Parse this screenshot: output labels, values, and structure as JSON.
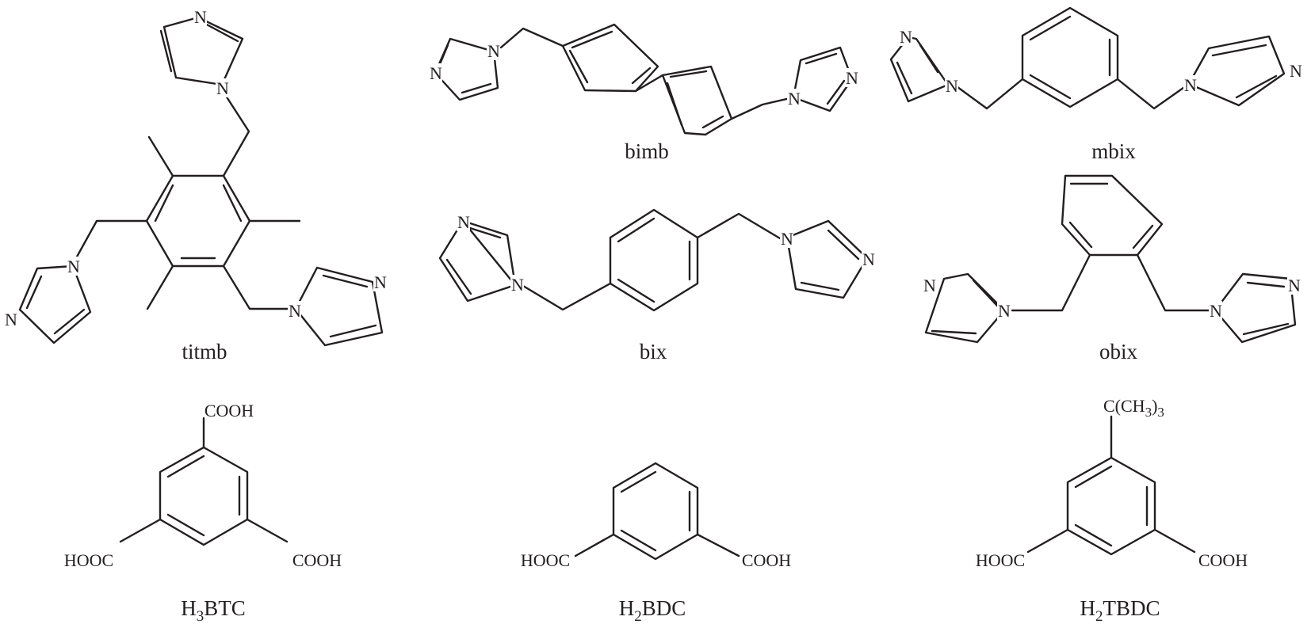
{
  "structures": [
    {
      "id": "titmb",
      "name": "titmb"
    },
    {
      "id": "bimb",
      "name": "bimb"
    },
    {
      "id": "mbix",
      "name": "mbix"
    },
    {
      "id": "bix",
      "name": "bix"
    },
    {
      "id": "obix",
      "name": "obix"
    },
    {
      "id": "h3btc",
      "name_parts": [
        "H",
        "3",
        "BTC"
      ],
      "groups": [
        "COOH",
        "HOOC",
        "COOH"
      ]
    },
    {
      "id": "h2bdc",
      "name_parts": [
        "H",
        "2",
        "BDC"
      ],
      "groups": [
        "HOOC",
        "COOH"
      ]
    },
    {
      "id": "h2tbdc",
      "name_parts": [
        "H",
        "2",
        "TBDC"
      ],
      "groups": [
        "C(CH",
        "3",
        ")",
        "3",
        "HOOC",
        "COOH"
      ]
    }
  ],
  "atom_label": "N"
}
